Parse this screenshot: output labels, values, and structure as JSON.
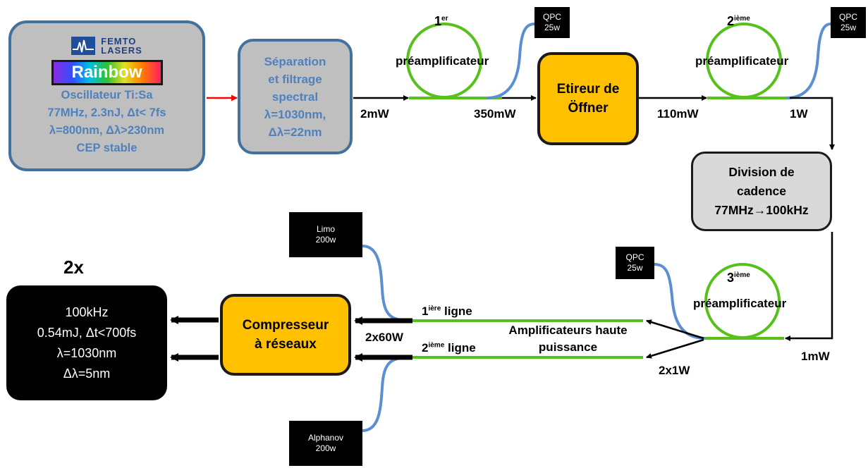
{
  "oscillator": {
    "brand_line1": "FEMTO",
    "brand_line2": "LASERS",
    "product": "Rainbow",
    "line1": "Oscillateur Ti:Sa",
    "line2": "77MHz, 2.3nJ, Δt< 7fs",
    "line3": "λ=800nm, Δλ>230nm",
    "line4": "CEP stable"
  },
  "separation": {
    "line1": "Séparation",
    "line2": "et filtrage",
    "line3": "spectral",
    "line4": "λ=1030nm,",
    "line5": "Δλ=22nm"
  },
  "stretcher": {
    "line1": "Etireur de",
    "line2": "Öffner"
  },
  "division": {
    "line1": "Division de",
    "line2": "cadence",
    "line3": "77MHz→100kHz"
  },
  "compressor": {
    "line1": "Compresseur",
    "line2": "à réseaux"
  },
  "output": {
    "multiplier": "2x",
    "line1": "100kHz",
    "line2": "0.54mJ, Δt<700fs",
    "line3": "λ=1030nm",
    "line4": "Δλ=5nm"
  },
  "preamp1": {
    "num": "1",
    "sup": "er",
    "label": "préamplificateur"
  },
  "preamp2": {
    "num": "2",
    "sup": "ième",
    "label": "préamplificateur"
  },
  "preamp3": {
    "num": "3",
    "sup": "ième",
    "label": "préamplificateur"
  },
  "pumps": {
    "qpc1_a": "QPC",
    "qpc1_b": "25w",
    "qpc2_a": "QPC",
    "qpc2_b": "25w",
    "qpc3_a": "QPC",
    "qpc3_b": "25w",
    "limo_a": "Limo",
    "limo_b": "200w",
    "alphanov_a": "Alphanov",
    "alphanov_b": "200w"
  },
  "powers": {
    "p_2mW": "2mW",
    "p_350mW": "350mW",
    "p_110mW": "110mW",
    "p_1W": "1W",
    "p_1mW": "1mW",
    "p_2x1W": "2x1W",
    "p_2x60W": "2x60W"
  },
  "lines": {
    "line1_num": "1",
    "line1_sup": "ière",
    "line1_word": "ligne",
    "line2_num": "2",
    "line2_sup": "ième",
    "line2_word": "ligne"
  },
  "amplifiers": {
    "line1": "Amplificateurs haute",
    "line2": "puissance"
  },
  "colors": {
    "fiber_green": "#55c11a",
    "pump_fiber_blue": "#5b8fd1",
    "seed_arrow_red": "#ff0000",
    "box_border_blue": "#41719c",
    "box_text_blue": "#4f81bd",
    "component_orange": "#ffc000"
  }
}
